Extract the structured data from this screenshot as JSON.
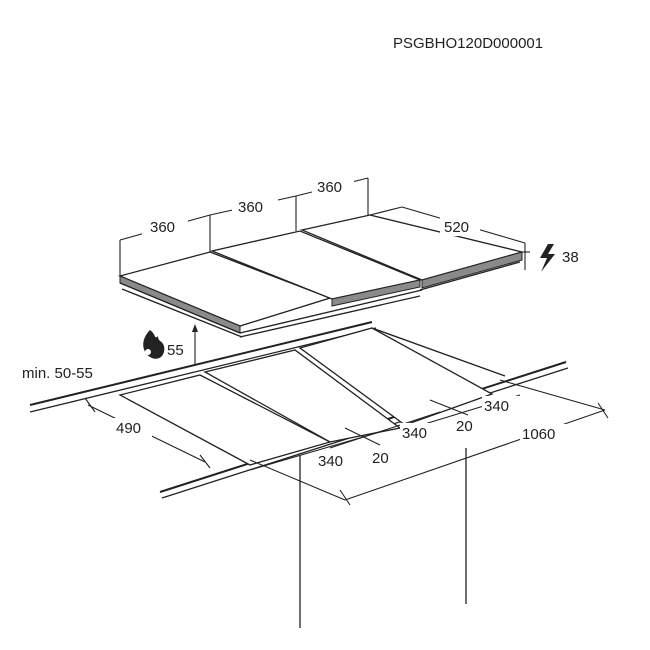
{
  "doc_code": "PSGBHO120D000001",
  "labels": {
    "w1": "360",
    "w2": "360",
    "w3": "360",
    "depth_top": "520",
    "thickness": "38",
    "clearance": "55",
    "min_gap": "min. 50-55",
    "cut_depth": "490",
    "cut_a": "340",
    "cut_b": "340",
    "cut_c": "340",
    "gap_a": "20",
    "gap_b": "20",
    "total": "1060"
  },
  "icons": [
    "electric-warning-icon",
    "flame-warning-icon"
  ]
}
